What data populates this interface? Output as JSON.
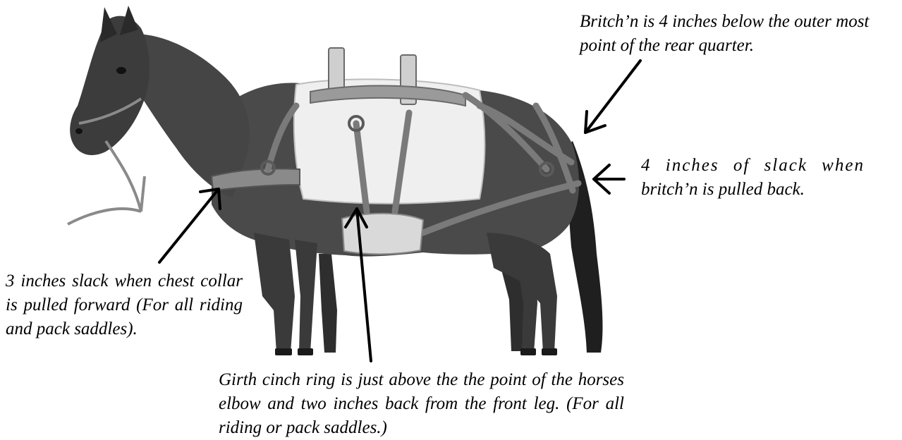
{
  "annotations": {
    "britchn_position": "Britch’n is 4 inches below the outer most point of the rear quarter.",
    "britchn_slack_line1": "4 inches of slack when",
    "britchn_slack_line2": "britch’n is pulled back.",
    "chest_collar_slack": "3 inches slack when chest collar is pulled forward (For all riding and pack saddles).",
    "girth_cinch_ring": "Girth cinch ring is just above the the point of the horses elbow and two inches back from the front leg. (For all riding or pack saddles.)"
  },
  "colors": {
    "background": "#ffffff",
    "horse_coat": "#4a4a4a",
    "horse_dark": "#262626",
    "saddle_pad": "#efefef",
    "harness": "#7a7a7a",
    "arrow": "#000000",
    "text": "#000000"
  },
  "icons": {
    "arrow": "arrow-icon"
  }
}
